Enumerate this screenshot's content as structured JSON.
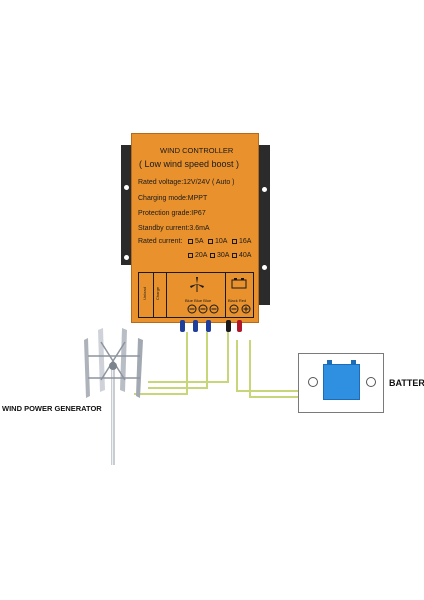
{
  "controller": {
    "title": "WIND CONTROLLER",
    "subtitle": "( Low wind speed boost )",
    "rated_voltage": "Rated voltage:12V/24V ( Auto )",
    "charging_mode": "Charging mode:MPPT",
    "protection_grade": "Protection grade:IP67",
    "standby_current": "Standby current:3.6mA",
    "rated_current_label": "Rated current:",
    "current_options": [
      "5A",
      "10A",
      "16A",
      "20A",
      "30A",
      "40A"
    ],
    "terminal_labels": {
      "unload": "Unload",
      "charge": "Charge",
      "wind_phases": "Blue Blue Blue",
      "battery": "Black Red"
    },
    "body_color": "#e8912d",
    "bracket_color": "#2b2b2b"
  },
  "battery": {
    "label": "BATTERY",
    "color": "#2f8fe0"
  },
  "generator": {
    "label": "WIND POWER GENERATOR"
  },
  "wire_color": "#c8d67a"
}
